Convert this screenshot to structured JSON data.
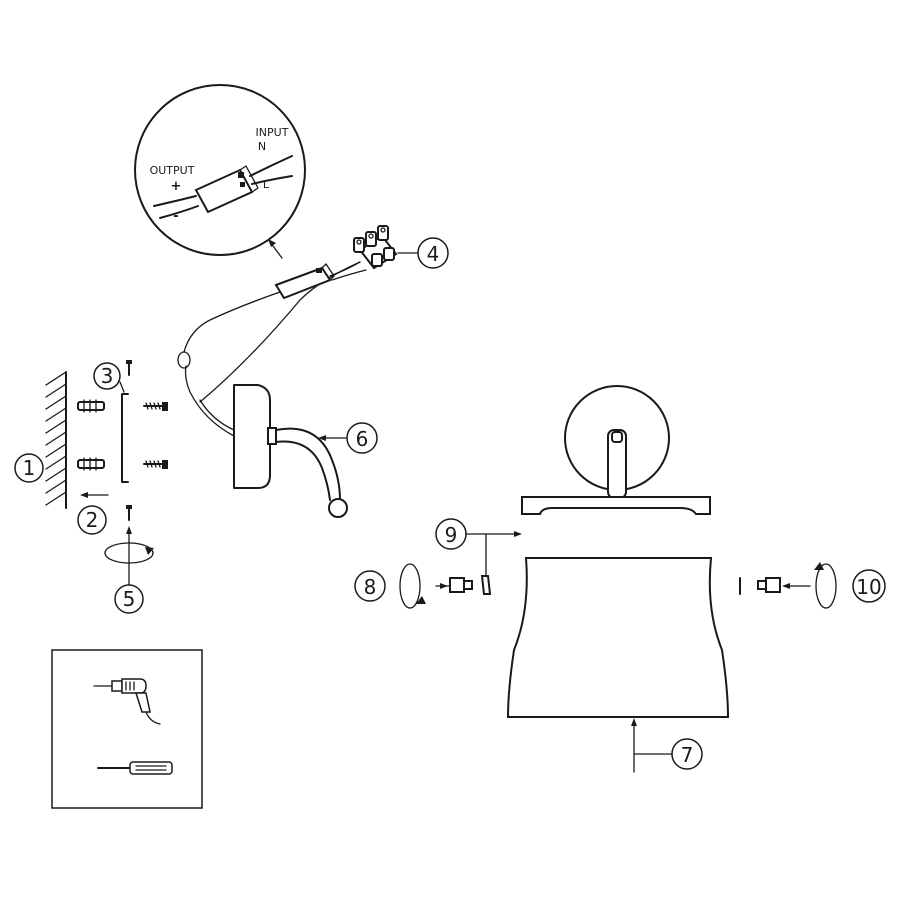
{
  "diagram": {
    "callouts": [
      {
        "id": "c1",
        "label": "1"
      },
      {
        "id": "c2",
        "label": "2"
      },
      {
        "id": "c3",
        "label": "3"
      },
      {
        "id": "c4",
        "label": "4"
      },
      {
        "id": "c5",
        "label": "5"
      },
      {
        "id": "c6",
        "label": "6"
      },
      {
        "id": "c7",
        "label": "7"
      },
      {
        "id": "c8",
        "label": "8"
      },
      {
        "id": "c9",
        "label": "9"
      },
      {
        "id": "c10",
        "label": "10"
      }
    ],
    "driver_detail": {
      "input_label": "INPUT",
      "n_label": "N",
      "l_label": "L",
      "output_label": "OUTPUT",
      "plus_label": "+",
      "minus_label": "-"
    },
    "tools": [
      {
        "name": "drill-icon"
      },
      {
        "name": "screwdriver-icon"
      }
    ]
  }
}
